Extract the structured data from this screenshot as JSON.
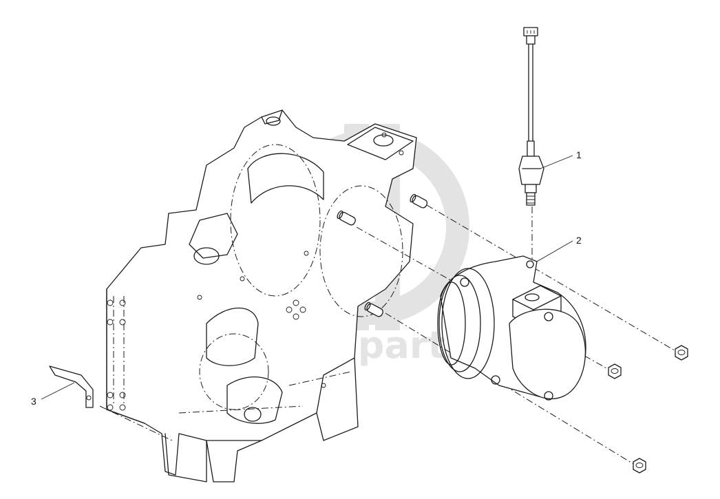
{
  "watermark": {
    "text": "data-parts",
    "color": "#c8c8c8"
  },
  "callouts": [
    {
      "id": "1",
      "label": "1"
    },
    {
      "id": "2",
      "label": "2"
    },
    {
      "id": "3",
      "label": "3"
    }
  ],
  "colors": {
    "line": "#1a1a1a",
    "background": "#ffffff"
  }
}
